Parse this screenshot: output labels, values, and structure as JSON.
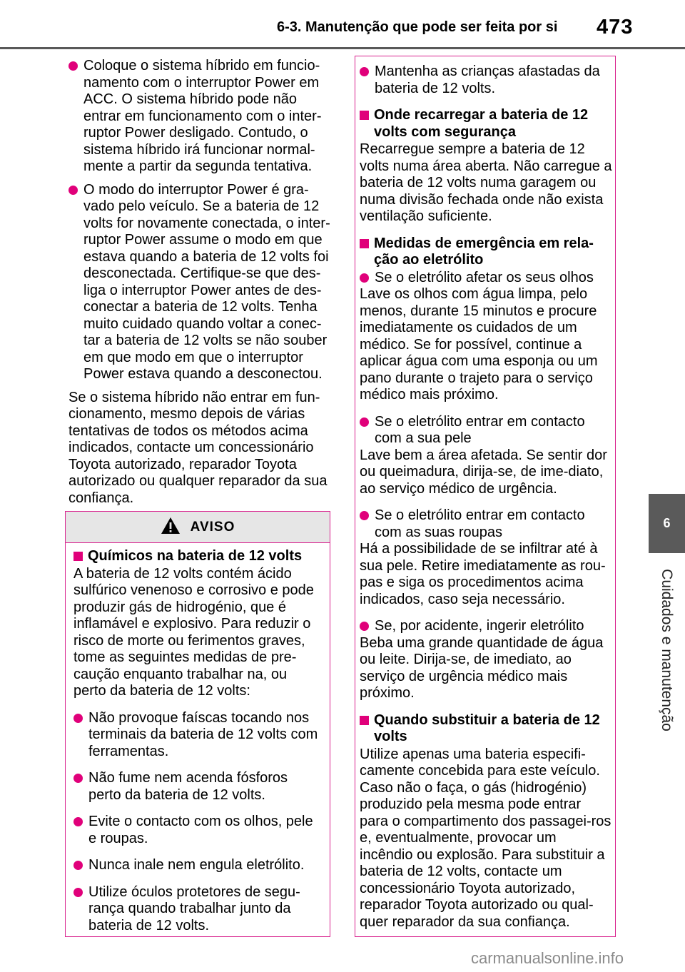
{
  "header": {
    "section_title": "6-3. Manutenção que pode ser feita por si",
    "page_number": "473"
  },
  "side_tab": {
    "chapter_number": "6",
    "chapter_title": "Cuidados e manutenção"
  },
  "left_column": {
    "bullet_1": "Coloque o sistema híbrido em funcio-namento com o interruptor Power em ACC. O sistema híbrido pode não entrar em funcionamento com o inter-ruptor Power desligado. Contudo, o sistema híbrido irá funcionar normal-mente a partir da segunda tentativa.",
    "bullet_2": "O modo do interruptor Power é gra-vado pelo veículo. Se a bateria de 12 volts for novamente conectada, o inter-ruptor Power assume o modo em que estava quando a bateria de 12 volts foi desconectada. Certifique-se que des-liga o interruptor Power antes de des-conectar a bateria de 12 volts. Tenha muito cuidado quando voltar a conec-tar a bateria de 12 volts se não souber em que modo em que o interruptor Power estava quando a desconectou.",
    "paragraph": "Se o sistema híbrido não entrar em fun-cionamento, mesmo depois de várias tentativas de todos os métodos acima indicados, contacte um concessionário Toyota autorizado, reparador Toyota autorizado ou qualquer reparador da sua confiança."
  },
  "warning": {
    "label": "AVISO",
    "heading": "Químicos na bateria de 12 volts",
    "intro": "A bateria de 12 volts contém ácido sulfúrico venenoso e corrosivo e pode produzir gás de hidrogénio, que é inflamável e explosivo. Para reduzir o risco de morte ou ferimentos graves, tome as seguintes medidas de pre-caução enquanto trabalhar na, ou perto da bateria de 12 volts:",
    "items": [
      "Não provoque faíscas tocando nos terminais da bateria de 12 volts com ferramentas.",
      "Não fume nem acenda fósforos perto da bateria de 12 volts.",
      "Evite o contacto com os olhos, pele e roupas.",
      "Nunca inale nem engula eletrólito.",
      "Utilize óculos protetores de segu-rança quando trabalhar junto da bateria de 12 volts."
    ]
  },
  "right_column": {
    "bullet_children": "Mantenha as crianças afastadas da bateria de 12 volts.",
    "heading_recharge": "Onde recarregar a bateria de 12 volts com segurança",
    "text_recharge": "Recarregue sempre a bateria de 12 volts numa área aberta. Não carregue a bateria de 12 volts numa garagem ou numa divisão fechada onde não exista ventilação suficiente.",
    "heading_emergency": "Medidas de emergência em rela-ção ao eletrólito",
    "bullet_eyes": "Se o eletrólito afetar os seus olhos",
    "text_eyes": "Lave os olhos com água limpa, pelo menos, durante 15 minutos e procure imediatamente os cuidados de um médico. Se for possível, continue a aplicar água com uma esponja ou um pano durante o trajeto para o serviço médico mais próximo.",
    "bullet_skin": "Se o eletrólito entrar em contacto com a sua pele",
    "text_skin": "Lave bem a área afetada. Se sentir dor ou queimadura, dirija-se, de ime-diato, ao serviço médico de urgência.",
    "bullet_clothes": "Se o eletrólito entrar em contacto com as suas roupas",
    "text_clothes": "Há a possibilidade de se infiltrar até à sua pele. Retire imediatamente as rou-pas e siga os procedimentos acima indicados, caso seja necessário.",
    "bullet_swallow": "Se, por acidente, ingerir eletrólito",
    "text_swallow": "Beba uma grande quantidade de água ou leite. Dirija-se, de imediato, ao serviço de urgência médico mais próximo.",
    "heading_replace": "Quando substituir a bateria de 12 volts",
    "text_replace": "Utilize apenas uma bateria especifi-camente concebida para este veículo. Caso não o faça, o gás (hidrogénio) produzido pela mesma pode entrar para o compartimento dos passagei-ros e, eventualmente, provocar um incêndio ou explosão. Para substituir a bateria de 12 volts, contacte um concessionário Toyota autorizado, reparador Toyota autorizado ou qual-quer reparador da sua confiança."
  },
  "footer": {
    "watermark": "carmanualsonline.info"
  },
  "colors": {
    "accent": "#e0007a",
    "box_border": "#d9248f",
    "side_tab": "#5a5a5a",
    "warning_header_bg": "#e6e6e6"
  },
  "icons": {
    "warning": "warning-triangle-icon"
  }
}
